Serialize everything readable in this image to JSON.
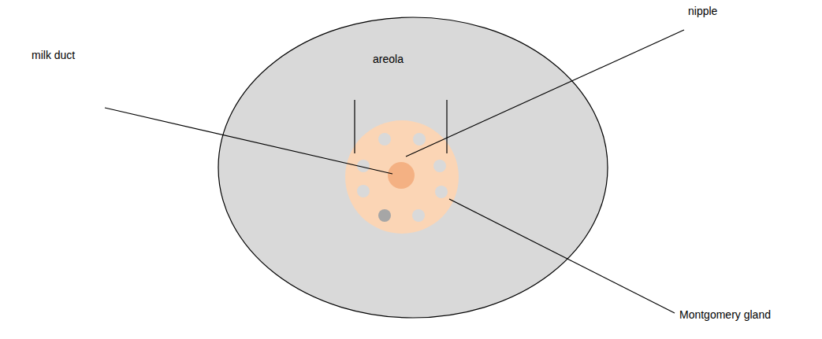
{
  "diagram": {
    "labels": [
      "areola",
      "milk duct",
      "nipple",
      "Montgomery gland"
    ]
  }
}
